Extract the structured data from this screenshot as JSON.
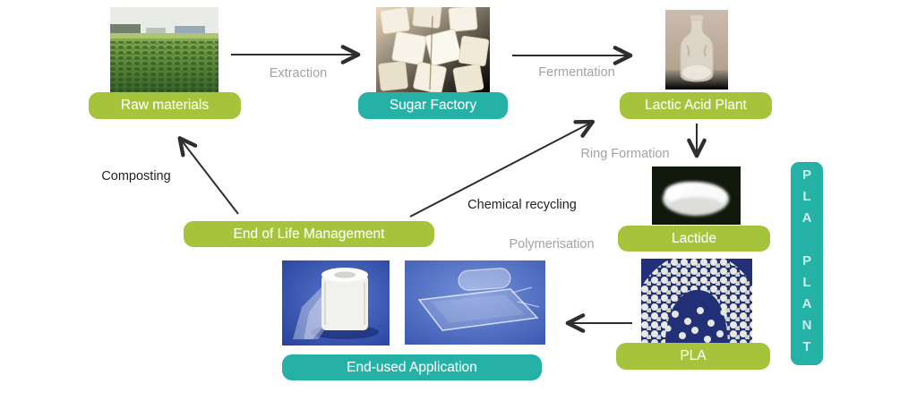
{
  "diagram": {
    "nodes": {
      "raw_materials": {
        "label": "Raw materials"
      },
      "sugar_factory": {
        "label": "Sugar Factory"
      },
      "lactic_acid_plant": {
        "label": "Lactic Acid Plant"
      },
      "lactide": {
        "label": "Lactide"
      },
      "pla": {
        "label": "PLA"
      },
      "end_used_application": {
        "label": "End-used Application"
      },
      "end_of_life": {
        "label": "End of Life Management"
      }
    },
    "edges": {
      "extraction": {
        "label": "Extraction"
      },
      "fermentation": {
        "label": "Fermentation"
      },
      "ring_formation": {
        "label": "Ring Formation"
      },
      "polymerisation": {
        "label": "Polymerisation"
      },
      "chemical_recycling": {
        "label": "Chemical recycling"
      },
      "composting": {
        "label": "Composting"
      }
    },
    "side_label": {
      "text": "PLA PLANT"
    },
    "photos": {
      "raw_materials": "crop-field-photo",
      "sugar_factory": "sugar-cubes-photo",
      "lactic_acid_plant": "acid-bottle-photo",
      "lactide": "white-powder-photo",
      "pla": "plastic-pellets-photo",
      "end_used_film": "film-roll-photo",
      "end_used_tray": "clear-tray-photo"
    }
  },
  "colors": {
    "green": "#a5c43c",
    "teal": "#25b1a5",
    "label-text": "#ffffff",
    "edge-gray": "#a3a3a3",
    "edge-dark": "#222222",
    "arrow": "#2e2e2e",
    "bg": "#ffffff",
    "side-letter": "#c9efea"
  }
}
